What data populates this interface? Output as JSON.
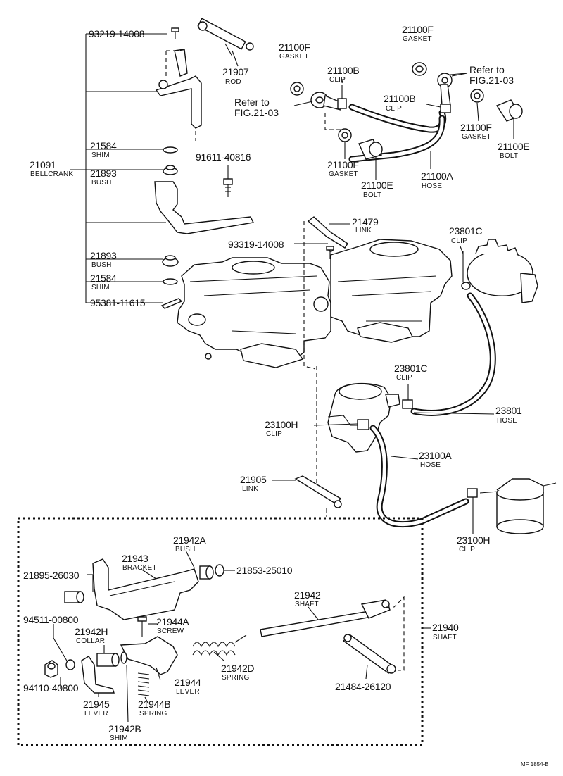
{
  "labels": {
    "p93219": "93219-14008",
    "p21907": "21907",
    "n21907": "ROD",
    "p21100F_a": "21100F",
    "n21100F_a": "GASKET",
    "p21100F_b": "21100F",
    "n21100F_b": "GASKET",
    "p21100B_a": "21100B",
    "n21100B_a": "CLIP",
    "ref_right": "Refer to\nFIG.21-03",
    "ref_left": "Refer to\nFIG.21-03",
    "p21100B_b": "21100B",
    "n21100B_b": "CLIP",
    "p21100F_c": "21100F",
    "n21100F_c": "GASKET",
    "p21100F_d": "21100F",
    "n21100F_d": "GASKET",
    "p21100E_a": "21100E",
    "n21100E_a": "BOLT",
    "p21100E_b": "21100E",
    "n21100E_b": "BOLT",
    "p21100A": "21100A",
    "n21100A": "HOSE",
    "p21584_a": "21584",
    "n21584_a": "SHIM",
    "p21091": "21091",
    "n21091": "BELLCRANK",
    "p21893_a": "21893",
    "n21893_a": "BUSH",
    "p91611": "91611-40816",
    "p21479": "21479",
    "n21479": "LINK",
    "p23801C_a": "23801C",
    "n23801C_a": "CLIP",
    "p93319": "93319-14008",
    "p21893_b": "21893",
    "n21893_b": "BUSH",
    "p21584_b": "21584",
    "n21584_b": "SHIM",
    "p95381": "95381-11615",
    "p23801C_b": "23801C",
    "n23801C_b": "CLIP",
    "p23801": "23801",
    "n23801": "HOSE",
    "p23100H_a": "23100H",
    "n23100H_a": "CLIP",
    "p23100A": "23100A",
    "n23100A": "HOSE",
    "p21905": "21905",
    "n21905": "LINK",
    "p23100H_b": "23100H",
    "n23100H_b": "CLIP",
    "p21942A": "21942A",
    "n21942A": "BUSH",
    "p21943": "21943",
    "n21943": "BRACKET",
    "p21895": "21895-26030",
    "p21853": "21853-25010",
    "p21942": "21942",
    "n21942": "SHAFT",
    "p94511": "94511-00800",
    "p21942H": "21942H",
    "n21942H": "COLLAR",
    "p21944A": "21944A",
    "n21944A": "SCREW",
    "p21940": "21940",
    "n21940": "SHAFT",
    "p94110": "94110-40800",
    "p21944": "21944",
    "n21944": "LEVER",
    "p21942D": "21942D",
    "n21942D": "SPRING",
    "p21945": "21945",
    "n21945": "LEVER",
    "p21944B": "21944B",
    "n21944B": "SPRING",
    "p21484": "21484-26120",
    "p21942B": "21942B",
    "n21942B": "SHIM",
    "code": "MF  1854-B"
  }
}
